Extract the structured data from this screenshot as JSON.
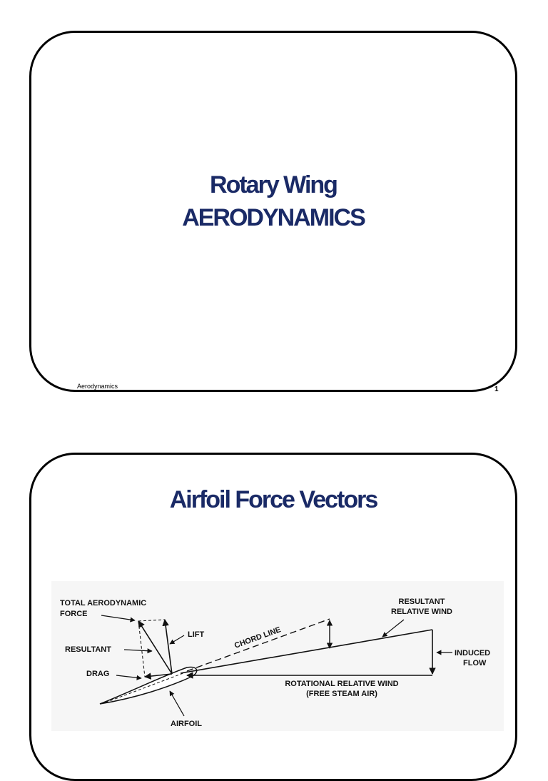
{
  "slide1": {
    "title_line1": "Rotary Wing",
    "title_line2": "AERODYNAMICS",
    "footer": "Aerodynamics",
    "page_number": "1"
  },
  "slide2": {
    "title": "Airfoil Force Vectors",
    "diagram": {
      "total_aero_force_line1": "TOTAL AERODYNAMIC",
      "total_aero_force_line2": "FORCE",
      "lift": "LIFT",
      "resultant": "RESULTANT",
      "drag": "DRAG",
      "chord_line": "CHORD LINE",
      "resultant_rel_wind_line1": "RESULTANT",
      "resultant_rel_wind_line2": "RELATIVE WIND",
      "induced_flow_line1": "INDUCED",
      "induced_flow_line2": "FLOW",
      "rot_rel_wind_line1": "ROTATIONAL RELATIVE WIND",
      "rot_rel_wind_line2": "(FREE STEAM AIR)",
      "airfoil": "AIRFOIL"
    }
  },
  "colors": {
    "title": "#1a2a66",
    "border": "#000000",
    "diagram_background": "#f6f6f6"
  }
}
